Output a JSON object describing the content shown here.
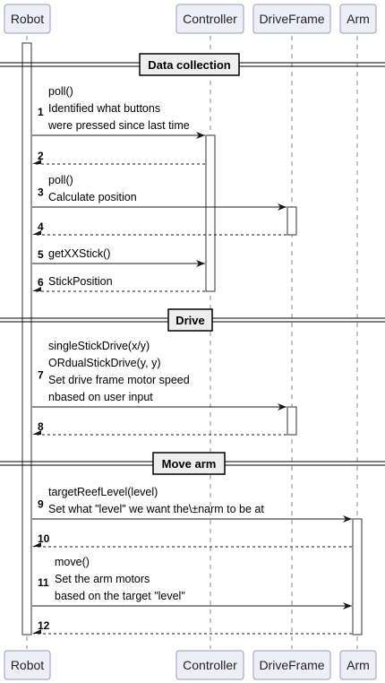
{
  "participants": [
    {
      "id": "robot",
      "name": "Robot"
    },
    {
      "id": "controller",
      "name": "Controller"
    },
    {
      "id": "driveframe",
      "name": "DriveFrame"
    },
    {
      "id": "arm",
      "name": "Arm"
    }
  ],
  "sections": [
    {
      "label": "Data collection"
    },
    {
      "label": "Drive"
    },
    {
      "label": "Move arm"
    }
  ],
  "messages": [
    {
      "num": "1",
      "from": "robot",
      "to": "controller",
      "kind": "call",
      "lines": [
        "poll()",
        "Identified what buttons",
        "were pressed since last time"
      ]
    },
    {
      "num": "2",
      "from": "controller",
      "to": "robot",
      "kind": "return",
      "lines": []
    },
    {
      "num": "3",
      "from": "robot",
      "to": "driveframe",
      "kind": "call",
      "lines": [
        "poll()",
        "Calculate position"
      ]
    },
    {
      "num": "4",
      "from": "driveframe",
      "to": "robot",
      "kind": "return",
      "lines": []
    },
    {
      "num": "5",
      "from": "robot",
      "to": "controller",
      "kind": "call",
      "lines": [
        "getXXStick()"
      ]
    },
    {
      "num": "6",
      "from": "controller",
      "to": "robot",
      "kind": "return",
      "lines": [
        "StickPosition"
      ]
    },
    {
      "num": "7",
      "from": "robot",
      "to": "driveframe",
      "kind": "call",
      "lines": [
        "singleStickDrive(x/y)",
        "ORdualStickDrive(y, y)",
        "Set drive frame motor speed",
        "nbased on user input"
      ]
    },
    {
      "num": "8",
      "from": "driveframe",
      "to": "robot",
      "kind": "return",
      "lines": []
    },
    {
      "num": "9",
      "from": "robot",
      "to": "arm",
      "kind": "call",
      "lines": [
        "targetReefLevel(level)",
        "Set what \"level\" we want the\\±narm to be at"
      ]
    },
    {
      "num": "10",
      "from": "arm",
      "to": "robot",
      "kind": "return",
      "lines": []
    },
    {
      "num": "11",
      "from": "robot",
      "to": "arm",
      "kind": "call",
      "lines": [
        "move()",
        "Set the arm motors",
        "based on the target \"level\""
      ]
    },
    {
      "num": "12",
      "from": "arm",
      "to": "robot",
      "kind": "return",
      "lines": []
    }
  ]
}
